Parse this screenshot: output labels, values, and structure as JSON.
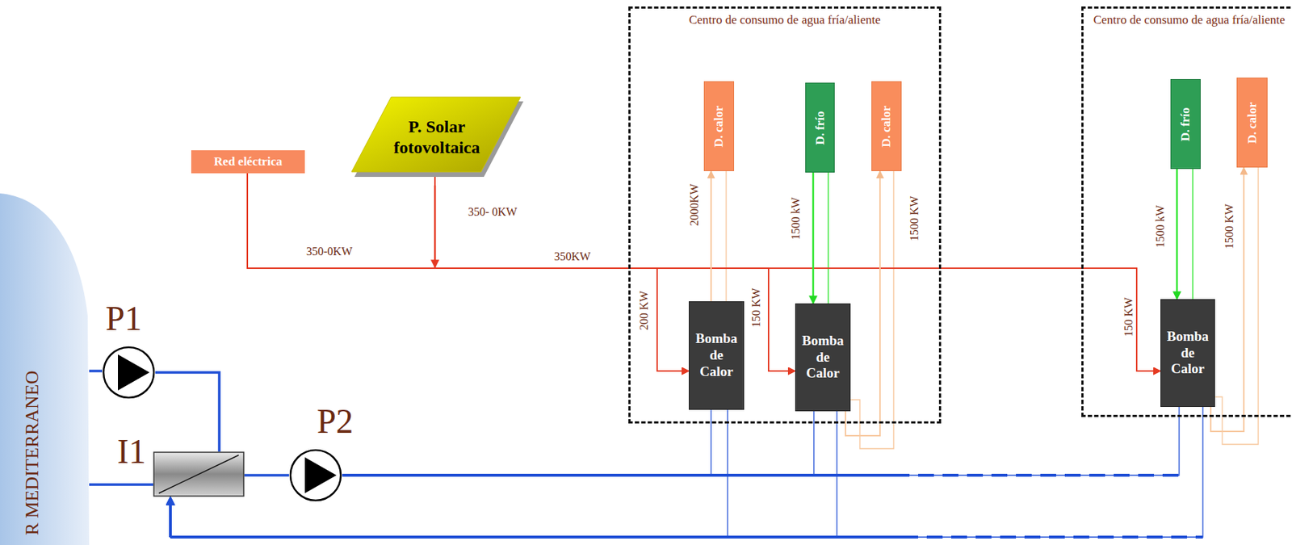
{
  "diagram": {
    "nodes": [
      {
        "text": [
          "R MEDITERRANEO"
        ]
      },
      {
        "text": [
          "Red eléctrica"
        ]
      },
      {
        "text": [
          "P. Solar fotovoltaica"
        ]
      },
      {
        "text": [
          "Centro de consumo de agua fría/aliente"
        ]
      },
      {
        "text": [
          "D. calor"
        ],
        "in": 3
      },
      {
        "text": [
          "D. frío"
        ],
        "in": 3
      },
      {
        "text": [
          "D. calor"
        ],
        "in": 3
      },
      {
        "text": [
          "Bomba de Calor"
        ],
        "in": 3
      },
      {
        "text": [
          "Bomba de Calor"
        ],
        "in": 3
      },
      {
        "text": [
          "Centro de consumo de agua fría/aliente"
        ]
      },
      {
        "text": [
          "D. frío"
        ],
        "in": 9
      },
      {
        "text": [
          "D. calor"
        ],
        "in": 9
      },
      {
        "text": [
          "Bomba de Calor"
        ],
        "in": 9
      },
      {
        "text": [
          "P1"
        ]
      },
      {
        "text": [
          "P2"
        ]
      },
      {
        "text": [
          "I1"
        ]
      }
    ],
    "edges": [
      {
        "from": 1,
        "to": 7,
        "arrow": "to"
      },
      {
        "from": 1,
        "to": 8,
        "arrow": "to"
      },
      {
        "from": 1,
        "to": 12,
        "arrow": "to"
      },
      {
        "from": 2,
        "to": 7,
        "arrow": "to"
      },
      {
        "from": 2,
        "to": 8,
        "arrow": "to"
      },
      {
        "from": 2,
        "to": 12,
        "arrow": "to"
      },
      {
        "from": 7,
        "to": 4,
        "arrow": "to",
        "label": "2000KW"
      },
      {
        "from": 5,
        "to": 8,
        "arrow": "to",
        "label": "1500 kW"
      },
      {
        "from": 8,
        "to": 6,
        "arrow": "to",
        "label": "1500 KW"
      },
      {
        "from": 10,
        "to": 12,
        "arrow": "to",
        "label": "1500 kW"
      },
      {
        "from": 12,
        "to": 11,
        "arrow": "to",
        "label": "1500 KW"
      },
      {
        "from": 0,
        "to": 13,
        "arrow": "none"
      },
      {
        "from": 13,
        "to": 15,
        "arrow": "none"
      },
      {
        "from": 15,
        "to": 0,
        "arrow": "none"
      },
      {
        "from": 15,
        "to": 14,
        "arrow": "none"
      },
      {
        "from": 14,
        "to": 7,
        "arrow": "none"
      },
      {
        "from": 14,
        "to": 8,
        "arrow": "none"
      },
      {
        "from": 14,
        "to": 12,
        "arrow": "none"
      },
      {
        "from": 7,
        "to": 15,
        "arrow": "to"
      },
      {
        "from": 8,
        "to": 15,
        "arrow": "to"
      },
      {
        "from": 12,
        "to": 15,
        "arrow": "to"
      }
    ],
    "labels": [
      "350-0KW",
      "350- 0KW",
      "350KW",
      "200 KW",
      "150 KW",
      "150 KW"
    ]
  }
}
